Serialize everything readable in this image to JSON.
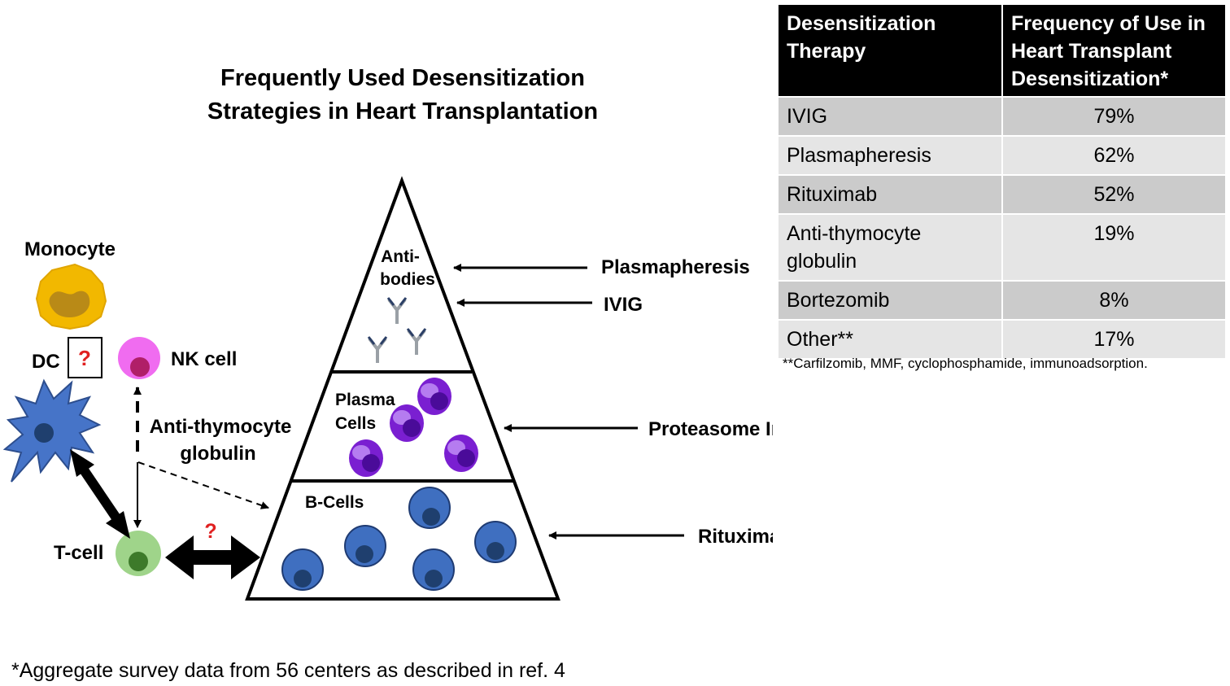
{
  "title": {
    "line1": "Frequently Used Desensitization",
    "line2": "Strategies in Heart Transplantation"
  },
  "pyramid": {
    "antibodies_line1": "Anti-",
    "antibodies_line2": "bodies",
    "plasma_line1": "Plasma",
    "plasma_line2": "Cells",
    "bcells": "B-Cells"
  },
  "cells": {
    "monocyte": "Monocyte",
    "dc": "DC",
    "dc_question": "?",
    "nk": "NK cell",
    "tcell": "T-cell",
    "tb_question": "?",
    "atg_line1": "Anti-thymocyte",
    "atg_line2": "globulin"
  },
  "therapies": {
    "plasmapheresis": "Plasmapheresis",
    "ivig": "IVIG",
    "proteasome": "Proteasome Inhibitors",
    "rituximab": "Rituximab"
  },
  "colors": {
    "bcell": "#3f6fc0",
    "plasma": "#7a1fd1",
    "monocyte": "#f2b800",
    "dc": "#4674c8",
    "nk": "#f06cf0",
    "tcell": "#9fd48a",
    "question": "#e02020"
  },
  "table": {
    "header1": "Desensitization Therapy",
    "header2": "Frequency of Use in Heart Transplant Desensitization*",
    "rows": [
      {
        "therapy": "IVIG",
        "freq": "79%"
      },
      {
        "therapy": "Plasmapheresis",
        "freq": "62%"
      },
      {
        "therapy": "Rituximab",
        "freq": "52%"
      },
      {
        "therapy": "Anti-thymocyte globulin",
        "freq": "19%"
      },
      {
        "therapy": "Bortezomib",
        "freq": "8%"
      },
      {
        "therapy": "Other**",
        "freq": "17%"
      }
    ],
    "footnote": "**Carfilzomib, MMF, cyclophosphamide, immunoadsorption."
  },
  "footnote": "*Aggregate survey data from 56 centers as described in ref. 4"
}
